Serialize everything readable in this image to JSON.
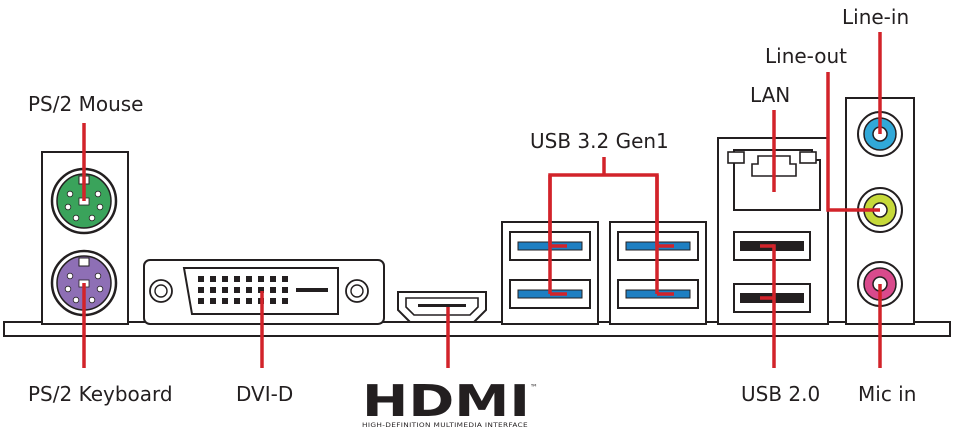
{
  "title": "",
  "labels": {
    "ps2_mouse": "PS/2 Mouse",
    "ps2_keyboard": "PS/2 Keyboard",
    "dvi_d": "DVI-D",
    "usb_32_gen1": "USB 3.2 Gen1",
    "lan": "LAN",
    "line_out": "Line-out",
    "line_in": "Line-in",
    "usb_20": "USB 2.0",
    "mic_in": "Mic in"
  },
  "hdmi_logo": {
    "wordmark": "HDMI",
    "trademark": "™",
    "tagline": "HIGH-DEFINITION MULTIMEDIA INTERFACE"
  },
  "colors": {
    "callout": "#d2232a",
    "ps2_mouse": "#3aa35b",
    "ps2_keyboard": "#8e6fb5",
    "usb3_blue": "#1e7fc2",
    "audio_line_in": "#31a8d8",
    "audio_line_out": "#c6d93a",
    "audio_mic_in": "#d94a8c",
    "outline": "#231f20"
  }
}
